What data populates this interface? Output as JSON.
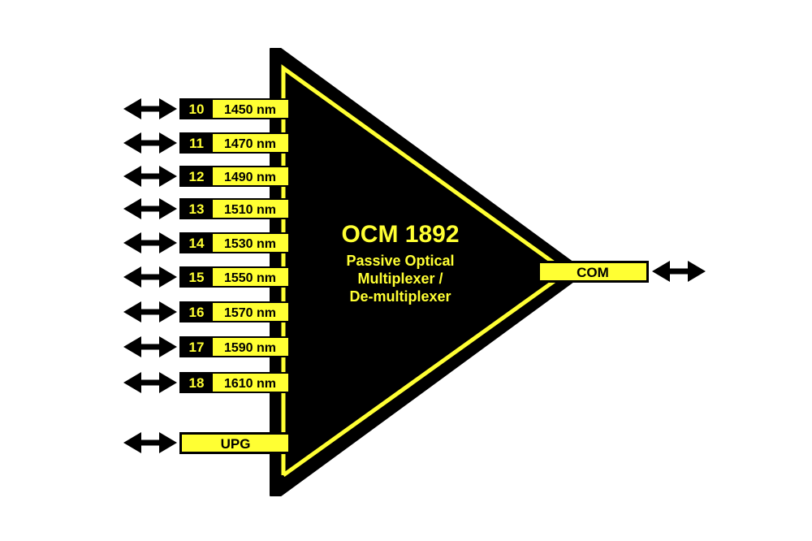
{
  "colors": {
    "accent": "#ffff33",
    "body": "#000000",
    "background": "#ffffff"
  },
  "device": {
    "title": "OCM 1892",
    "subtitle": [
      "Passive Optical",
      "Multiplexer /",
      "De-multiplexer"
    ]
  },
  "ports": [
    {
      "number": "10",
      "wavelength": "1450 nm"
    },
    {
      "number": "11",
      "wavelength": "1470 nm"
    },
    {
      "number": "12",
      "wavelength": "1490 nm"
    },
    {
      "number": "13",
      "wavelength": "1510 nm"
    },
    {
      "number": "14",
      "wavelength": "1530 nm"
    },
    {
      "number": "15",
      "wavelength": "1550 nm"
    },
    {
      "number": "16",
      "wavelength": "1570 nm"
    },
    {
      "number": "17",
      "wavelength": "1590 nm"
    },
    {
      "number": "18",
      "wavelength": "1610 nm"
    }
  ],
  "upg_port": {
    "label": "UPG"
  },
  "com_port": {
    "label": "COM"
  },
  "icons": {
    "port_arrow": "double-arrow-icon"
  }
}
